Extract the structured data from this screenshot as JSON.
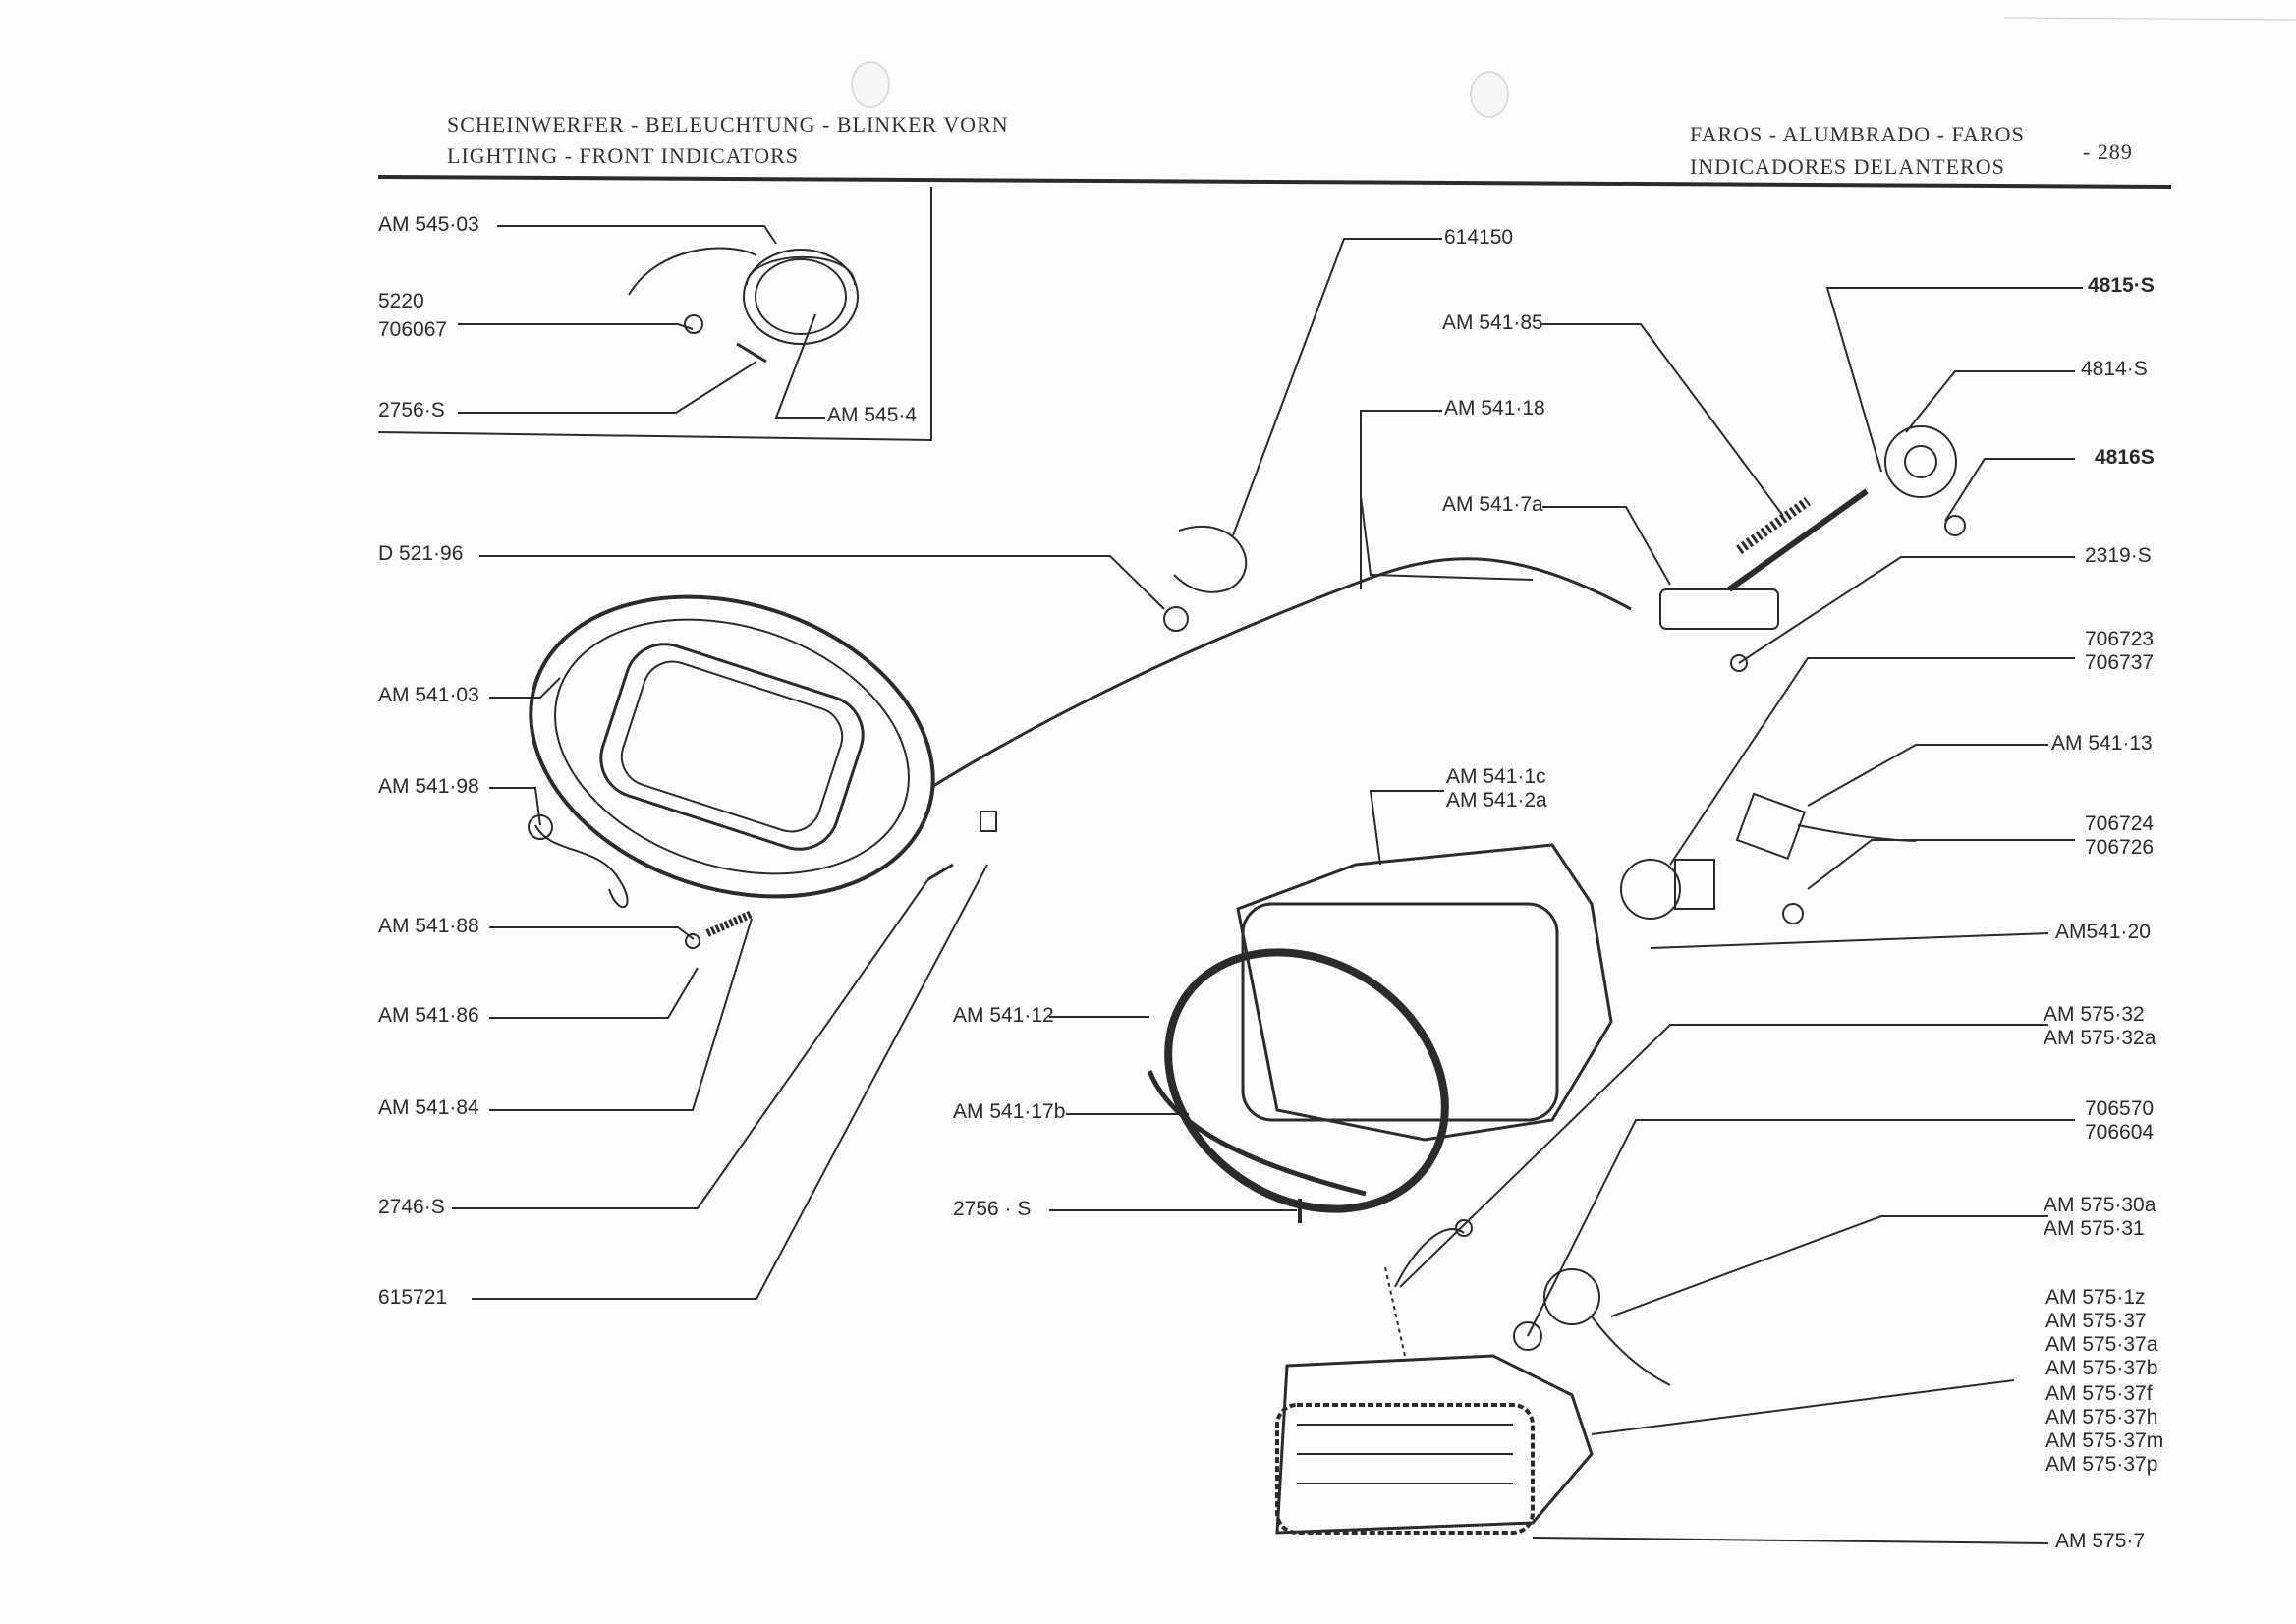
{
  "header": {
    "left_line1": "SCHEINWERFER - BELEUCHTUNG - BLINKER VORN",
    "left_line2": "LIGHTING - FRONT INDICATORS",
    "right_line1": "FAROS - ALUMBRADO - FAROS",
    "right_line2": "INDICADORES DELANTEROS",
    "page_number": "- 289"
  },
  "inset_labels": {
    "am545_03": "AM 545·03",
    "p5220": "5220",
    "p706067": "706067",
    "p2756s": "2756·S",
    "am545_4": "AM 545·4"
  },
  "left_labels": {
    "d52196": "D 521·96",
    "am541_03": "AM 541·03",
    "am541_98": "AM 541·98",
    "am541_88": "AM 541·88",
    "am541_86": "AM 541·86",
    "am541_84": "AM 541·84",
    "p2746s": "2746·S",
    "p615721": "615721"
  },
  "center_labels": {
    "p614150": "614150",
    "am541_85": "AM 541·85",
    "am541_18": "AM 541·18",
    "am541_7a": "AM 541·7a",
    "am541_1c": "AM 541·1c",
    "am541_2a": "AM 541·2a",
    "am541_12": "AM 541·12",
    "am541_17b": "AM 541·17b",
    "p2756s_b": "2756 · S"
  },
  "right_labels": {
    "p4815s": "4815·S",
    "p4814s": "4814·S",
    "p4816s": "4816S",
    "p2319s": "2319·S",
    "p706723": "706723",
    "p706737": "706737",
    "am541_13": "AM 541·13",
    "p706724": "706724",
    "p706726": "706726",
    "am541_20": "AM541·20",
    "am575_32": "AM 575·32",
    "am575_32a": "AM 575·32a",
    "p706570": "706570",
    "p706604": "706604",
    "am575_30a": "AM 575·30a",
    "am575_31": "AM 575·31",
    "am575_list": [
      "AM 575·1z",
      "AM 575·37",
      "AM 575·37a",
      "AM 575·37b",
      "AM 575·37f",
      "AM 575·37h",
      "AM 575·37m",
      "AM 575·37p"
    ],
    "am575_7": "AM 575·7"
  }
}
